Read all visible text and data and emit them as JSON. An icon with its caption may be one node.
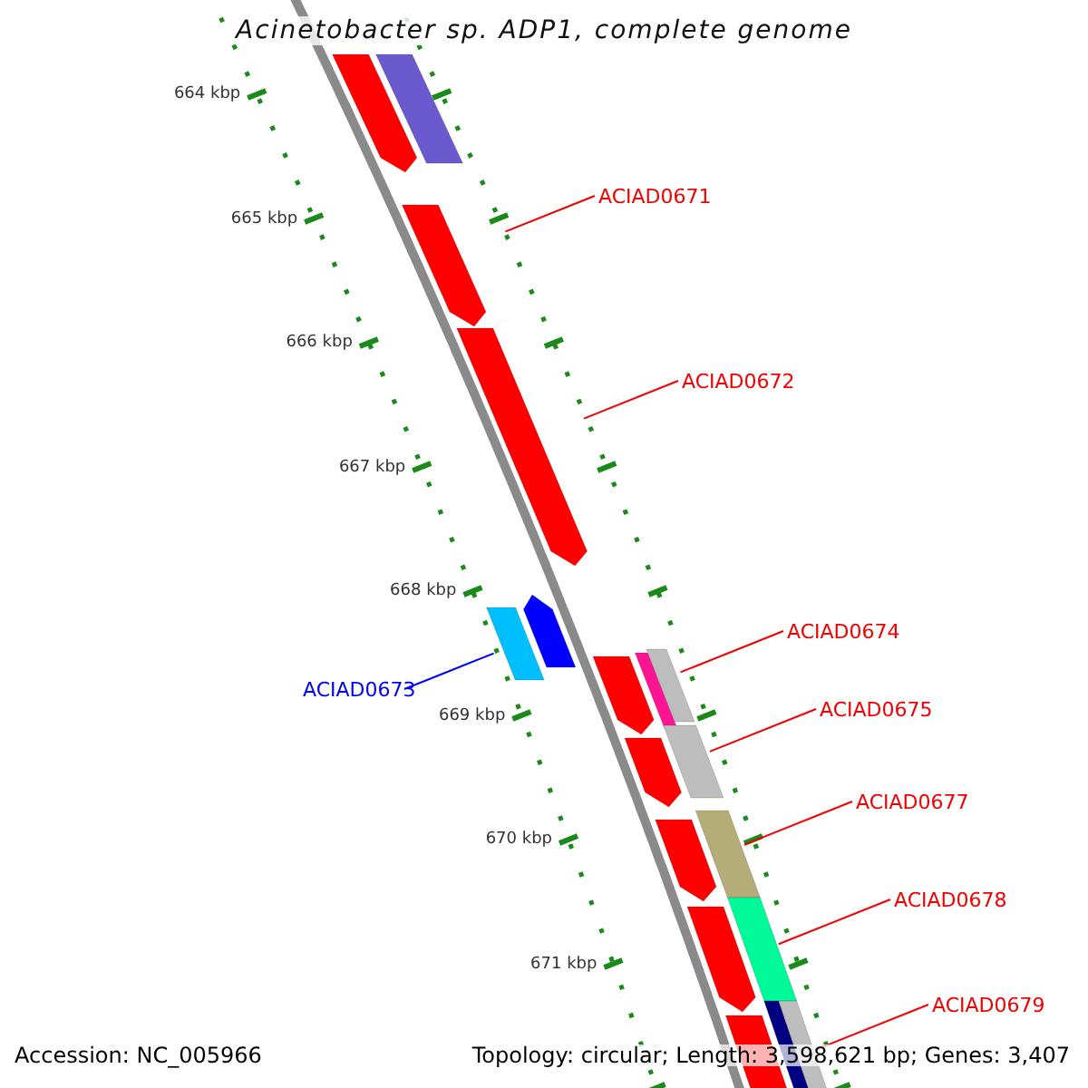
{
  "diagram": {
    "title": "Acinetobacter sp. ADP1, complete genome",
    "nodes": [
      {
        "text": [],
        "shape": "bar"
      },
      {
        "text": [],
        "shape": "bar"
      },
      {
        "text": [
          "ACIAD0671"
        ]
      },
      {
        "text": [],
        "shape": "bar"
      },
      {
        "text": [
          "ACIAD0672"
        ]
      },
      {
        "text": [],
        "shape": "bar"
      },
      {
        "text": [],
        "shape": "bar"
      },
      {
        "text": [],
        "shape": "bar"
      },
      {
        "text": [
          "ACIAD0673"
        ]
      },
      {
        "text": [
          "ACIAD0674"
        ]
      },
      {
        "text": [],
        "shape": "bar"
      },
      {
        "text": [],
        "shape": "bar"
      },
      {
        "text": [],
        "shape": "bar"
      },
      {
        "text": [
          "ACIAD0675"
        ]
      },
      {
        "text": [],
        "shape": "bar"
      },
      {
        "text": [],
        "shape": "bar"
      },
      {
        "text": [
          "ACIAD0677"
        ]
      },
      {
        "text": [],
        "shape": "bar"
      },
      {
        "text": [],
        "shape": "bar"
      },
      {
        "text": [
          "ACIAD0678"
        ]
      },
      {
        "text": [],
        "shape": "bar"
      },
      {
        "text": [],
        "shape": "bar"
      },
      {
        "text": [
          "ACIAD0679"
        ]
      },
      {
        "text": [],
        "shape": "bar"
      },
      {
        "text": [],
        "shape": "bar"
      },
      {
        "text": [],
        "shape": "bar"
      }
    ],
    "edges": [
      {
        "from": 2,
        "to": 3,
        "arrow": "none"
      },
      {
        "from": 4,
        "to": 5,
        "arrow": "none"
      },
      {
        "from": 8,
        "to": 6,
        "arrow": "none",
        "color": "#0000ff"
      },
      {
        "from": 9,
        "to": 12,
        "arrow": "none"
      },
      {
        "from": 13,
        "to": 15,
        "arrow": "none"
      },
      {
        "from": 16,
        "to": 18,
        "arrow": "none"
      },
      {
        "from": 19,
        "to": 21,
        "arrow": "none"
      },
      {
        "from": 22,
        "to": 25,
        "arrow": "none"
      }
    ],
    "labels": [
      "664 kbp",
      "665 kbp",
      "666 kbp",
      "667 kbp",
      "668 kbp",
      "669 kbp",
      "670 kbp",
      "671 kbp",
      "Accession: NC_005966",
      "Topology: circular; Length: 3,598,621 bp; Genes: 3,407"
    ]
  }
}
